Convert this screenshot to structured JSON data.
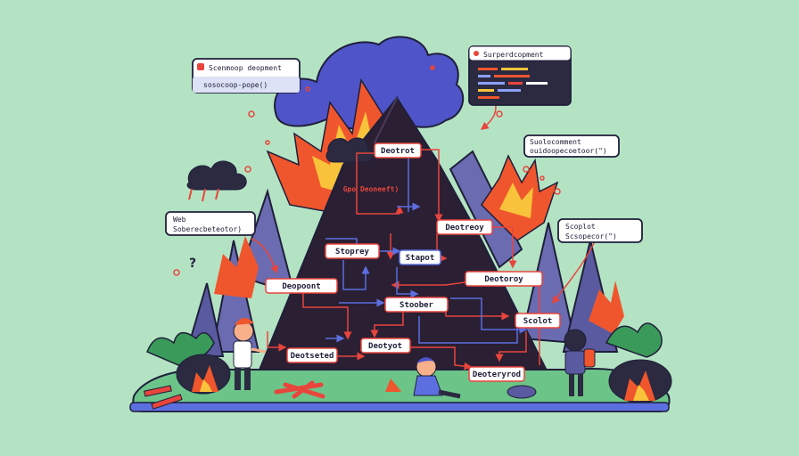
{
  "callouts": {
    "top_left": {
      "title": "Scenmoop deopment",
      "code": "sosocoop-pope()"
    },
    "top_right": {
      "title": "Surperdcopment"
    },
    "right_mid": {
      "line1": "Suolocomment",
      "line2": "ouidoopecoetoor(\")"
    },
    "left_mid": {
      "line1": "Web",
      "line2": "Soberecbeteotor)"
    },
    "right_low": {
      "line1": "Scoplot",
      "line2": "Scsopecor(\")"
    }
  },
  "mountain_labels": {
    "error_note": "Gpo Deoneeft)",
    "n1": "Deotrot",
    "n2": "Deotreoy",
    "n3": "Stoprey",
    "n4": "Stapot",
    "n5": "Deopoont",
    "n6": "Deotoroy",
    "n7": "Stoober",
    "n8": "Scolot",
    "n9": "Deotyot",
    "n10": "Deotseted",
    "n11": "Deoteryrod"
  },
  "colors": {
    "background": "#b4e3c4",
    "mountain": "#2b1f33",
    "rock": "#6a6bb0",
    "fire_outer": "#f0562d",
    "fire_inner": "#f8c33a",
    "arrow_red": "#e8453c",
    "arrow_blue": "#5b6fe0"
  },
  "icons": [
    "storm-cloud-icon",
    "smoke-cloud-icon",
    "fire-icon",
    "bush-icon",
    "person-icon"
  ]
}
